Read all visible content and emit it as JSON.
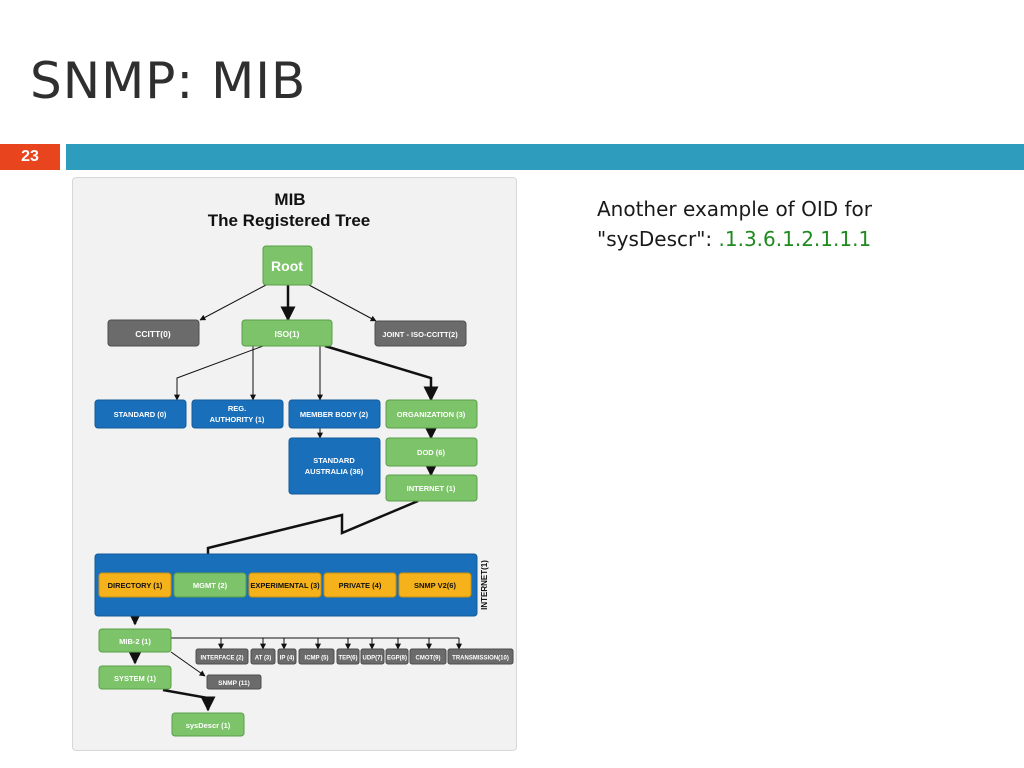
{
  "slide": {
    "title": "SNMP: MIB",
    "number": "23"
  },
  "note": {
    "prefix": "Another example of OID for \"sysDescr\": ",
    "oid": ".1.3.6.1.2.1.1.1"
  },
  "colors": {
    "accent_orange": "#e8451e",
    "title_bar_blue": "#2e9cbd",
    "node_green": "#7dc36a",
    "node_gray": "#6b6b6b",
    "node_blue": "#1a6fba",
    "node_yellow": "#f5b21b",
    "oid_green": "#1f8a1f"
  },
  "diagram": {
    "title_line1": "MIB",
    "title_line2": "The Registered Tree",
    "nodes": {
      "root": "Root",
      "ccitt": "CCITT(0)",
      "iso": "ISO(1)",
      "joint": "JOINT - ISO-CCITT(2)",
      "standard": "STANDARD (0)",
      "reg_authority_1": "REG.",
      "reg_authority_2": "AUTHORITY (1)",
      "member_body": "MEMBER BODY (2)",
      "organization": "ORGANIZATION (3)",
      "standard_australia_1": "STANDARD",
      "standard_australia_2": "AUSTRALIA (36)",
      "dod": "DOD (6)",
      "internet": "INTERNET (1)",
      "internet_vertical": "INTERNET(1)",
      "directory": "DIRECTORY (1)",
      "mgmt": "MGMT (2)",
      "experimental": "EXPERIMENTAL (3)",
      "private": "PRIVATE (4)",
      "snmpv2": "SNMP V2(6)",
      "mib2": "MIB-2 (1)",
      "system": "SYSTEM (1)",
      "sysdescr": "sysDescr (1)",
      "snmp": "SNMP (11)",
      "interface": "INTERFACE (2)",
      "at": "AT (3)",
      "ip": "IP (4)",
      "icmp": "ICMP (5)",
      "tep": "TEP(6)",
      "udp": "UDP(7)",
      "egp": "EGP(8)",
      "cmot": "CMOT(9)",
      "transmission": "TRANSMISSION(10)"
    }
  }
}
